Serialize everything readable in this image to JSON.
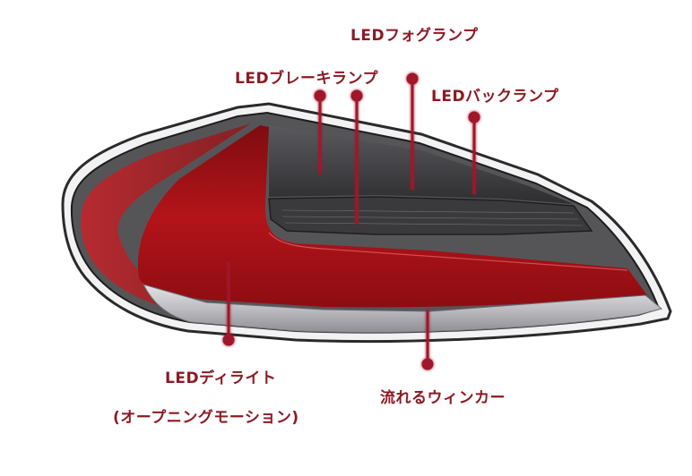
{
  "diagram": {
    "subject": "LED tail lamp",
    "colors": {
      "label": "#8b1a24",
      "callout": "#9b1a2a",
      "lens_red": "#a50f14",
      "lens_dark": "#3d3d40",
      "lens_clear": "#c8c8cc",
      "housing": "#2a2a2c"
    },
    "labels": {
      "fog": "LEDフォグランプ",
      "brake": "LEDブレーキランプ",
      "back": "LEDバックランプ",
      "daylight": "LEDディライト",
      "daylight_sub": "(オープニングモーション)",
      "winker": "流れるウィンカー"
    }
  }
}
